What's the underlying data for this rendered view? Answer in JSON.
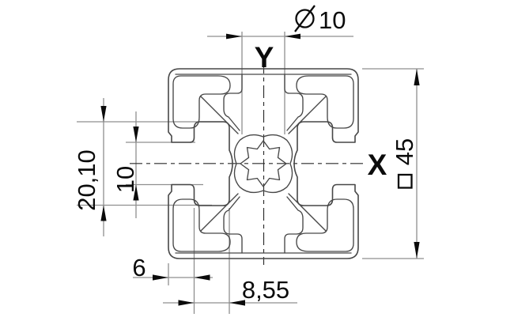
{
  "drawing": {
    "type": "technical-cross-section",
    "subject": "aluminium-t-slot-profile",
    "axes": {
      "x_label": "X",
      "y_label": "Y"
    },
    "dimensions": {
      "bore_diameter": "10",
      "bore_diameter_symbol": "diameter-symbol",
      "profile_size": "45",
      "profile_size_symbol": "square-symbol",
      "slot_cavity_width": "20,10",
      "slot_opening_width": "10",
      "slot_throat_depth": "6",
      "slot_cavity_depth": "8,55"
    },
    "colors": {
      "background": "#ffffff",
      "profile_line": "#474747",
      "dimension_line": "#8f8f8f",
      "text": "#0b0b0b"
    }
  }
}
